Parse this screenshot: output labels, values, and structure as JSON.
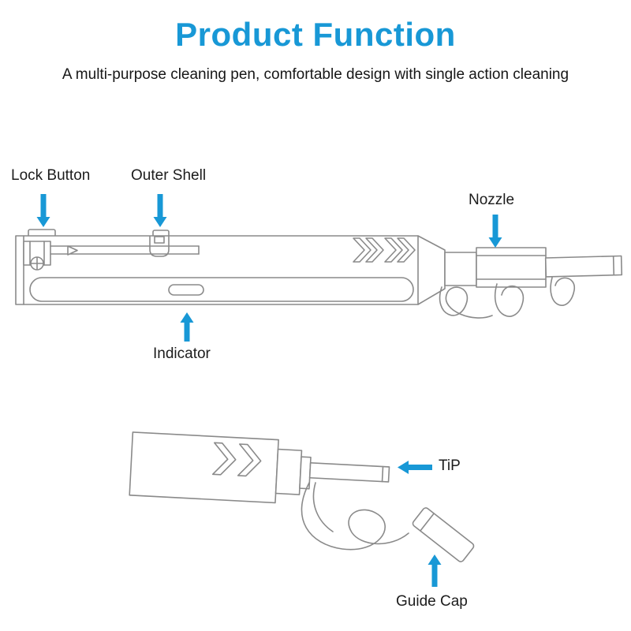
{
  "colors": {
    "accent": "#1898d6",
    "line_art": "#8a8a8a",
    "text": "#1c1c1c"
  },
  "header": {
    "title": "Product Function",
    "subtitle": "A multi-purpose cleaning pen, comfortable design with single action cleaning"
  },
  "callouts": {
    "lock_button": "Lock Button",
    "outer_shell": "Outer Shell",
    "nozzle": "Nozzle",
    "indicator": "Indicator",
    "tip": "TiP",
    "guide_cap": "Guide Cap"
  }
}
